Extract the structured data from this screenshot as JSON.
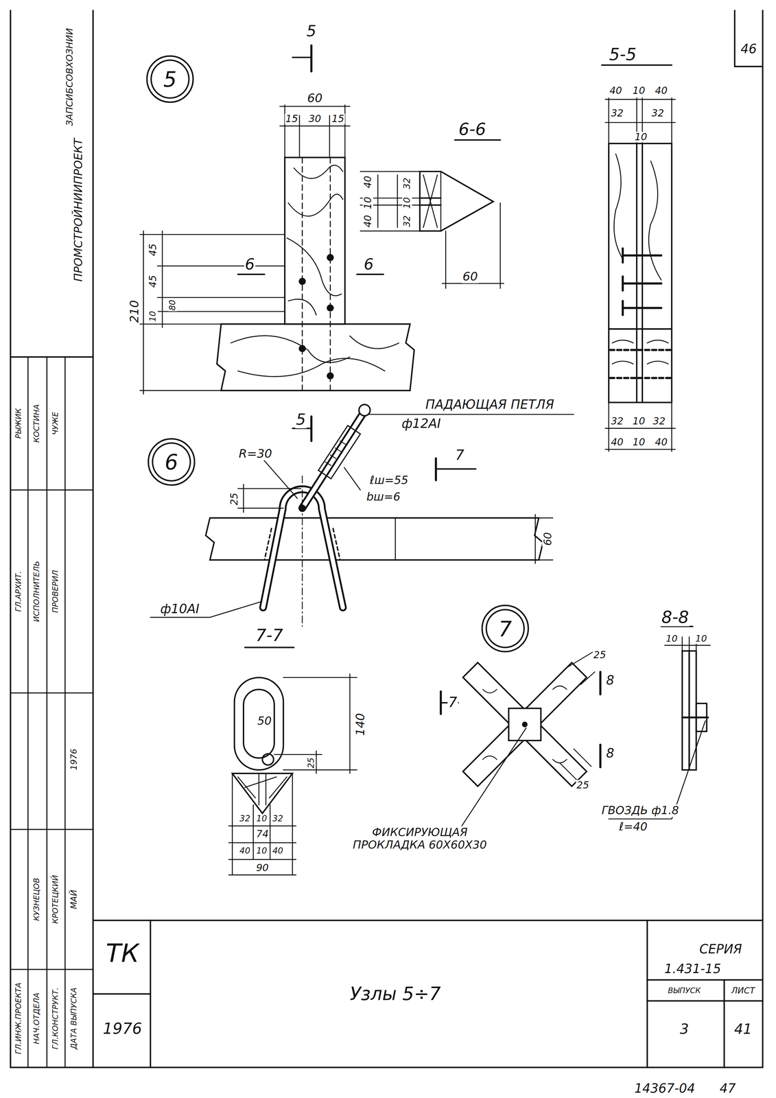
{
  "diagram": {
    "title": "Узлы 5÷7",
    "nodes": [
      {
        "text": [
          "5"
        ]
      },
      {
        "text": [
          "6"
        ]
      },
      {
        "text": [
          "7"
        ]
      }
    ],
    "labels": [
      "5",
      "60",
      "15",
      "30",
      "15",
      "6-6",
      "40",
      "10",
      "40",
      "32",
      "10",
      "32",
      "60",
      "6",
      "6",
      "210",
      "45",
      "45",
      "10",
      "80",
      "5",
      "5-5",
      "46",
      "40",
      "10",
      "40",
      "32",
      "32",
      "10",
      "32",
      "10",
      "32",
      "40",
      "10",
      "40",
      "ПАДАЮЩАЯ ПЕТЛЯ",
      "ф12АI",
      "R=30",
      "25",
      "ℓш=55",
      "bш=6",
      "7",
      "60",
      "ф10АI",
      "7-7",
      "50",
      "140",
      "25",
      "32",
      "10",
      "32",
      "74",
      "40",
      "10",
      "40",
      "90",
      "7",
      "25",
      "25",
      "8",
      "8",
      "8-8",
      "10",
      "10",
      "ГВОЗДЬ ф1.8",
      "ℓ=40",
      "ФИКСИРУЮЩАЯ ПРОКЛАДКА 60Х60Х30",
      "ТК",
      "1976",
      "СЕРИЯ",
      "1.431-15",
      "ВЫПУСК",
      "ЛИСТ",
      "3",
      "41",
      "14367-04",
      "47",
      "ЗАПСИБСОВХОЗНИИ",
      "ПРОМСТРОЙНИИПРОЕКТ",
      "ГЛ.ИНЖ.ПРОЕКТА",
      "НАЧ.ОТДЕЛА",
      "ГЛ.КОНСТРУКТ.",
      "ДАТА ВЫПУСКА",
      "КУЗНЕЦОВ",
      "КРОТЕЦКИЙ",
      "МАЙ",
      "1976",
      "ГЛ.АРХИТ.",
      "ИСПОЛНИТЕЛЬ",
      "ПРОВЕРИЛ",
      "РЫЖИК",
      "КОСТИНА",
      "ЧУЖЕ"
    ]
  }
}
